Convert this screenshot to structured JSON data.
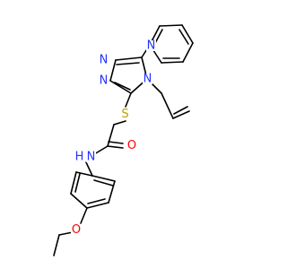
{
  "molecule": {
    "colors": {
      "bond": "#000000",
      "N": "#2233ff",
      "O": "#ff0000",
      "S": "#b8a200",
      "H": "#2233ff"
    },
    "atoms": [
      {
        "id": "n_pyr",
        "symbol": "N",
        "text": "N"
      },
      {
        "id": "n_tz1",
        "symbol": "N",
        "text": "N"
      },
      {
        "id": "n_tz2",
        "symbol": "N",
        "text": "N"
      },
      {
        "id": "n_tz4",
        "symbol": "N",
        "text": "N"
      },
      {
        "id": "s_thio",
        "symbol": "S",
        "text": "S"
      },
      {
        "id": "o_amide",
        "symbol": "O",
        "text": "O"
      },
      {
        "id": "nh_amide",
        "symbol": "N",
        "text": "N"
      },
      {
        "id": "h_amide",
        "symbol": "H",
        "text": "H"
      },
      {
        "id": "o_ether",
        "symbol": "O",
        "text": "O"
      }
    ]
  }
}
